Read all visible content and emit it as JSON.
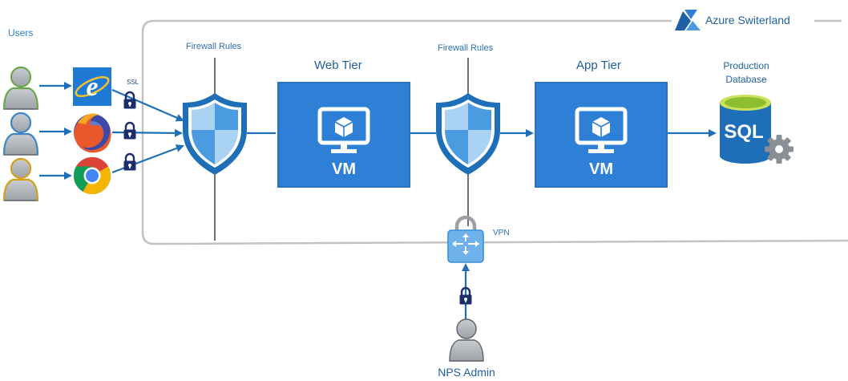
{
  "azure_label": "Azure Switerland",
  "users_label": "Users",
  "ssl_label": "SSL",
  "firewall_left_label": "Firewall Rules",
  "firewall_right_label": "Firewall Rules",
  "web_tier": {
    "title": "Web Tier",
    "vm_label": "VM"
  },
  "app_tier": {
    "title": "App Tier",
    "vm_label": "VM"
  },
  "database": {
    "line1": "Production",
    "line2": "Database",
    "icon_text": "SQL"
  },
  "vpn_label": "VPN",
  "admin_label": "NPS Admin",
  "colors": {
    "azure_blue": "#2e7fd6",
    "arrow_blue": "#1f6fb8",
    "frame_grey": "#b9b9b9",
    "person_grey": "#b5b8bd",
    "ring_green": "#6aa84f",
    "ring_blue": "#3d85c6",
    "ring_yellow": "#d4a017",
    "lock_navy": "#1c2f6b"
  },
  "icons": [
    "azure-logo-icon",
    "person-icon",
    "internet-explorer-icon",
    "firefox-icon",
    "chrome-icon",
    "lock-icon",
    "shield-icon",
    "monitor-cube-icon",
    "sql-database-icon",
    "gear-icon",
    "vpn-gateway-icon"
  ]
}
